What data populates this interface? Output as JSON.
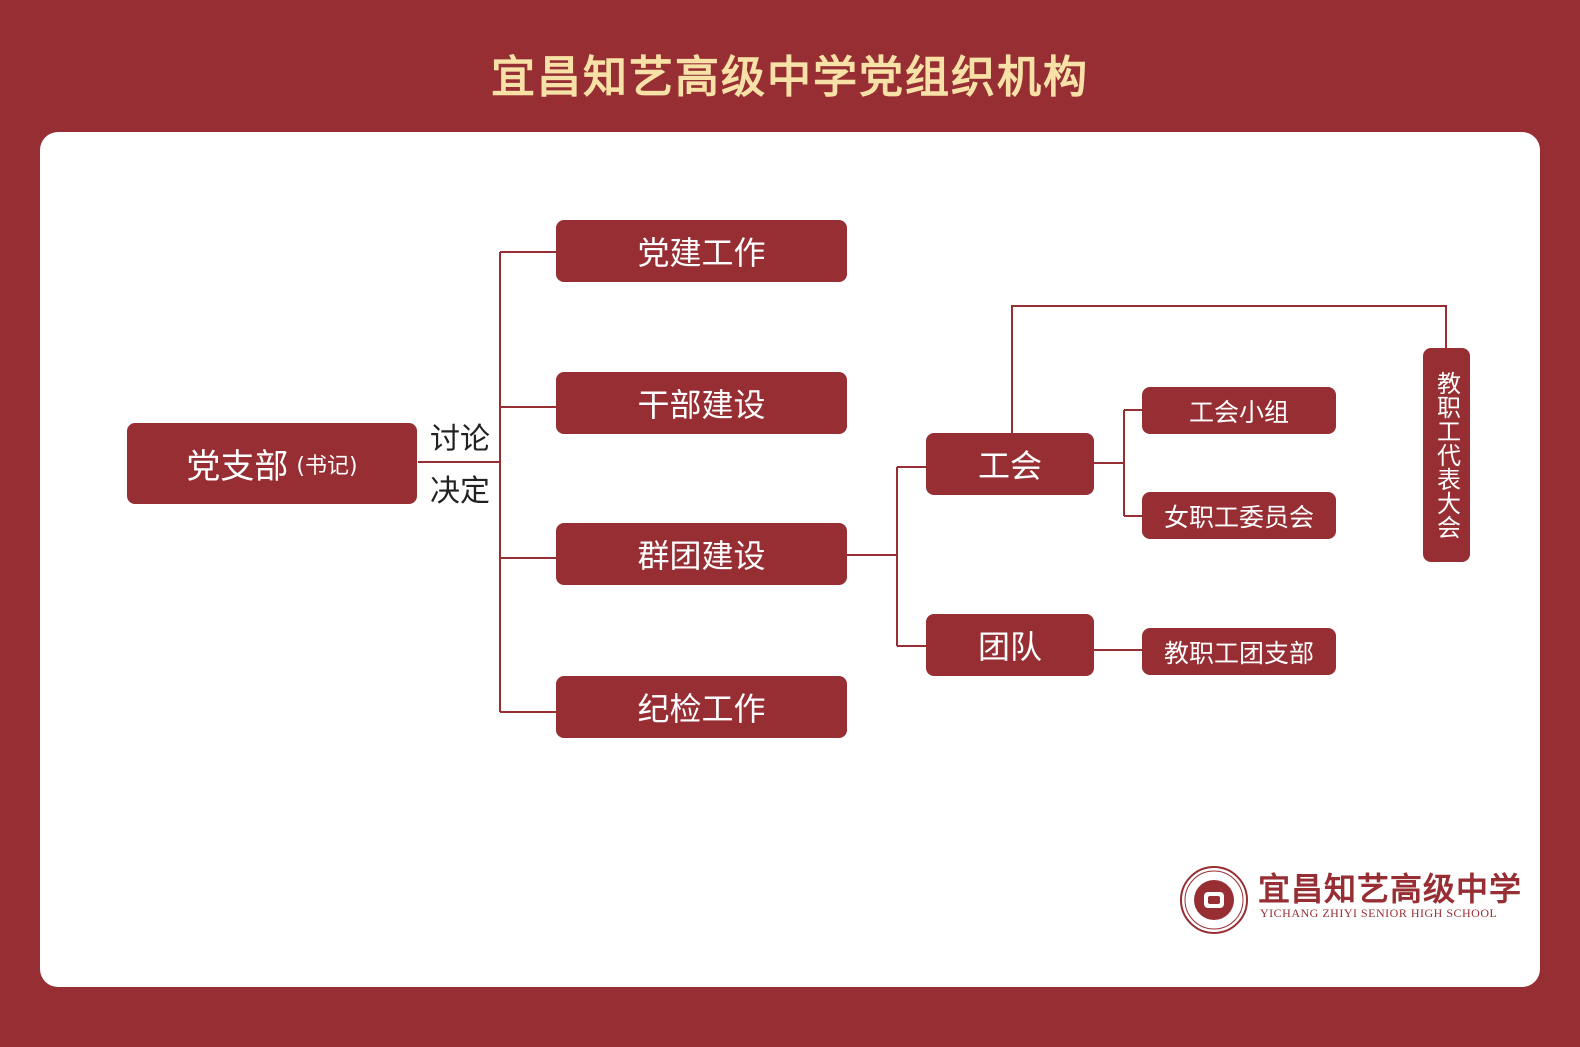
{
  "title": "宜昌知艺高级中学党组织机构",
  "root": {
    "name": "党支部",
    "sub": "(书记)"
  },
  "edge_labels": [
    "讨论",
    "决定"
  ],
  "branches": [
    "党建工作",
    "干部建设",
    "群团建设",
    "纪检工作"
  ],
  "groups": [
    "工会",
    "团队"
  ],
  "union_children": [
    "工会小组",
    "女职工委员会"
  ],
  "team_children": [
    "教职工团支部"
  ],
  "congress": "教职工代表大会",
  "logo": {
    "name": "宜昌知艺高级中学",
    "en": "YICHANG ZHIYI SENIOR HIGH SCHOOL"
  },
  "colors": {
    "primary": "#962e33",
    "title": "#f7e1a6"
  }
}
